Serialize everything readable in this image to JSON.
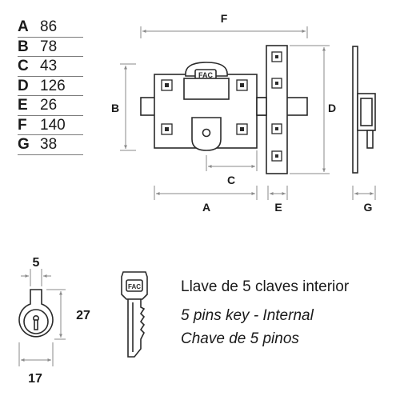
{
  "dimensions": [
    {
      "letter": "A",
      "value": "86"
    },
    {
      "letter": "B",
      "value": "78"
    },
    {
      "letter": "C",
      "value": "43"
    },
    {
      "letter": "D",
      "value": "126"
    },
    {
      "letter": "E",
      "value": "26"
    },
    {
      "letter": "F",
      "value": "140"
    },
    {
      "letter": "G",
      "value": "38"
    }
  ],
  "labels": {
    "A": "A",
    "B": "B",
    "C": "C",
    "D": "D",
    "E": "E",
    "F": "F",
    "G": "G",
    "cyl_width": "5",
    "cyl_height": "27",
    "cyl_base": "17"
  },
  "logo": {
    "text": "FAC"
  },
  "captions": {
    "spanish": "Llave de 5 claves interior",
    "english": "5 pins key - Internal",
    "portuguese": "Chave de 5 pinos"
  },
  "colors": {
    "line": "#2a2a2a",
    "dim_line": "#8a8a8a",
    "metal": "#ffffff"
  }
}
